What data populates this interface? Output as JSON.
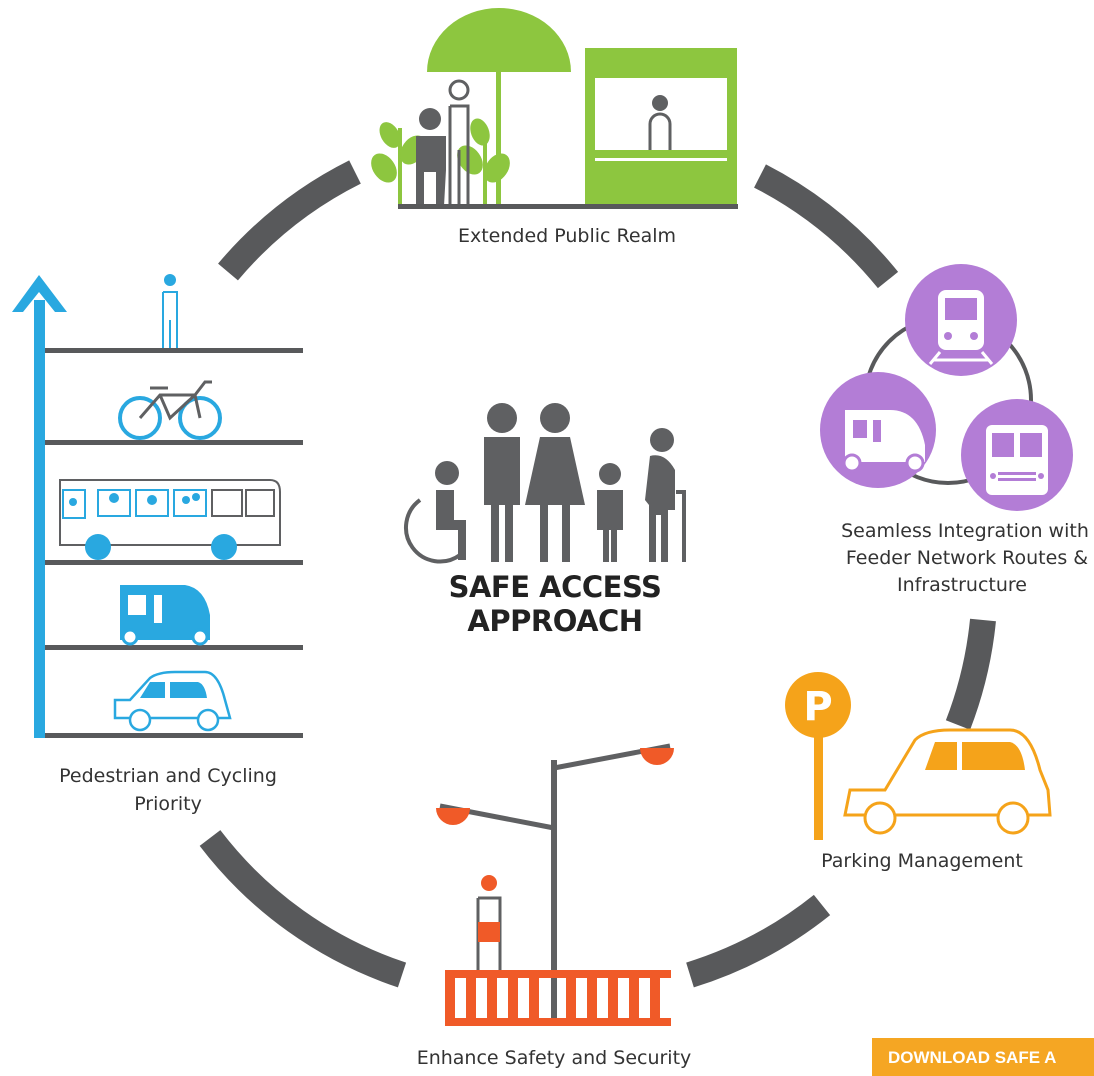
{
  "center": {
    "title": "SAFE ACCESS APPROACH"
  },
  "labels": {
    "extended": "Extended Public Realm",
    "seamless_1": "Seamless Integration with",
    "seamless_2": "Feeder Network Routes &",
    "seamless_3": "Infrastructure",
    "parking": "Parking Management",
    "safety": "Enhance Safety and Security",
    "pedestrian_1": "Pedestrian and Cycling",
    "pedestrian_2": "Priority"
  },
  "parking_sign": "P",
  "download_button": "DOWNLOAD SAFE A",
  "colors": {
    "ring": "#58595b",
    "green": "#8dc63f",
    "purple": "#b37dd6",
    "orange": "#f5a31a",
    "red": "#f05a28",
    "blue": "#29a8e0",
    "grey": "#5f6062"
  }
}
